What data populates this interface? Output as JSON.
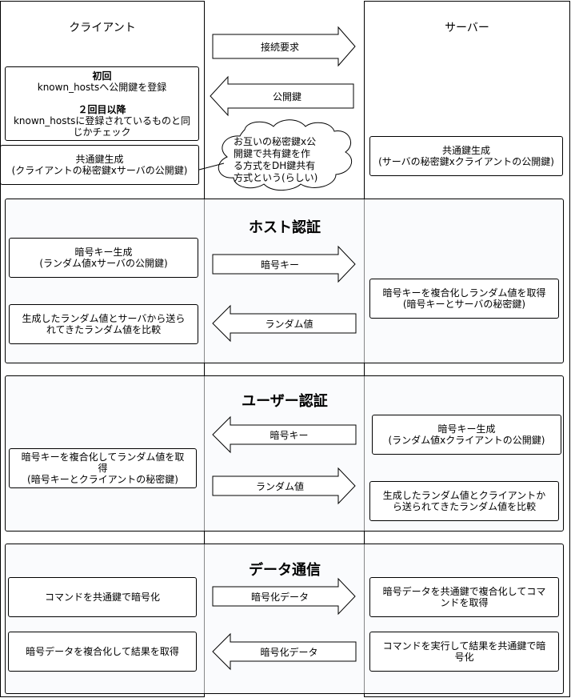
{
  "lanes": {
    "client": "クライアント",
    "server": "サーバー"
  },
  "top": {
    "arrow_connect": "接続要求",
    "arrow_pubkey": "公開鍵",
    "client_known_hosts": {
      "first_title": "初回",
      "first_text": "known_hostsへ公開鍵を登録",
      "later_title": "２回目以降",
      "later_text1": "known_hostsに登録されているものと同",
      "later_text2": "じかチェック"
    },
    "client_shared_key": [
      "共通鍵生成",
      "(クライアントの秘密鍵xサーバの公開鍵)"
    ],
    "server_shared_key": [
      "共通鍵生成",
      "(サーバの秘密鍵xクライアントの公開鍵)"
    ],
    "cloud_note": [
      "お互いの秘密鍵x公",
      "開鍵で共有鍵を作",
      "る方式をDH鍵共有",
      "方式という(らしい)"
    ]
  },
  "host_auth": {
    "title": "ホスト認証",
    "client_box1": [
      "暗号キー生成",
      "(ランダム値xサーバの公開鍵)"
    ],
    "client_box2": [
      "生成したランダム値とサーバから送ら",
      "れてきたランダム値を比較"
    ],
    "server_box": [
      "暗号キーを複合化しランダム値を取得",
      "(暗号キーとサーバの秘密鍵)"
    ],
    "arrow_right": "暗号キー",
    "arrow_left": "ランダム値"
  },
  "user_auth": {
    "title": "ユーザー認証",
    "client_box": [
      "暗号キーを複合化してランダム値を取",
      "得",
      "(暗号キーとクライアントの秘密鍵)"
    ],
    "server_box1": [
      "暗号キー生成",
      "(ランダム値xクライアントの公開鍵)"
    ],
    "server_box2": [
      "生成したランダム値とクライアントか",
      "ら送られてきたランダム値を比較"
    ],
    "arrow_left": "暗号キー",
    "arrow_right": "ランダム値"
  },
  "data_comm": {
    "title": "データ通信",
    "client_box1": "コマンドを共通鍵で暗号化",
    "client_box2": "暗号データを複合化して結果を取得",
    "server_box1": [
      "暗号データを共通鍵で複合化してコマ",
      "ンドを取得"
    ],
    "server_box2": [
      "コマンドを実行して結果を共通鍵で暗",
      "号化"
    ],
    "arrow_right": "暗号化データ",
    "arrow_left": "暗号化データ"
  }
}
